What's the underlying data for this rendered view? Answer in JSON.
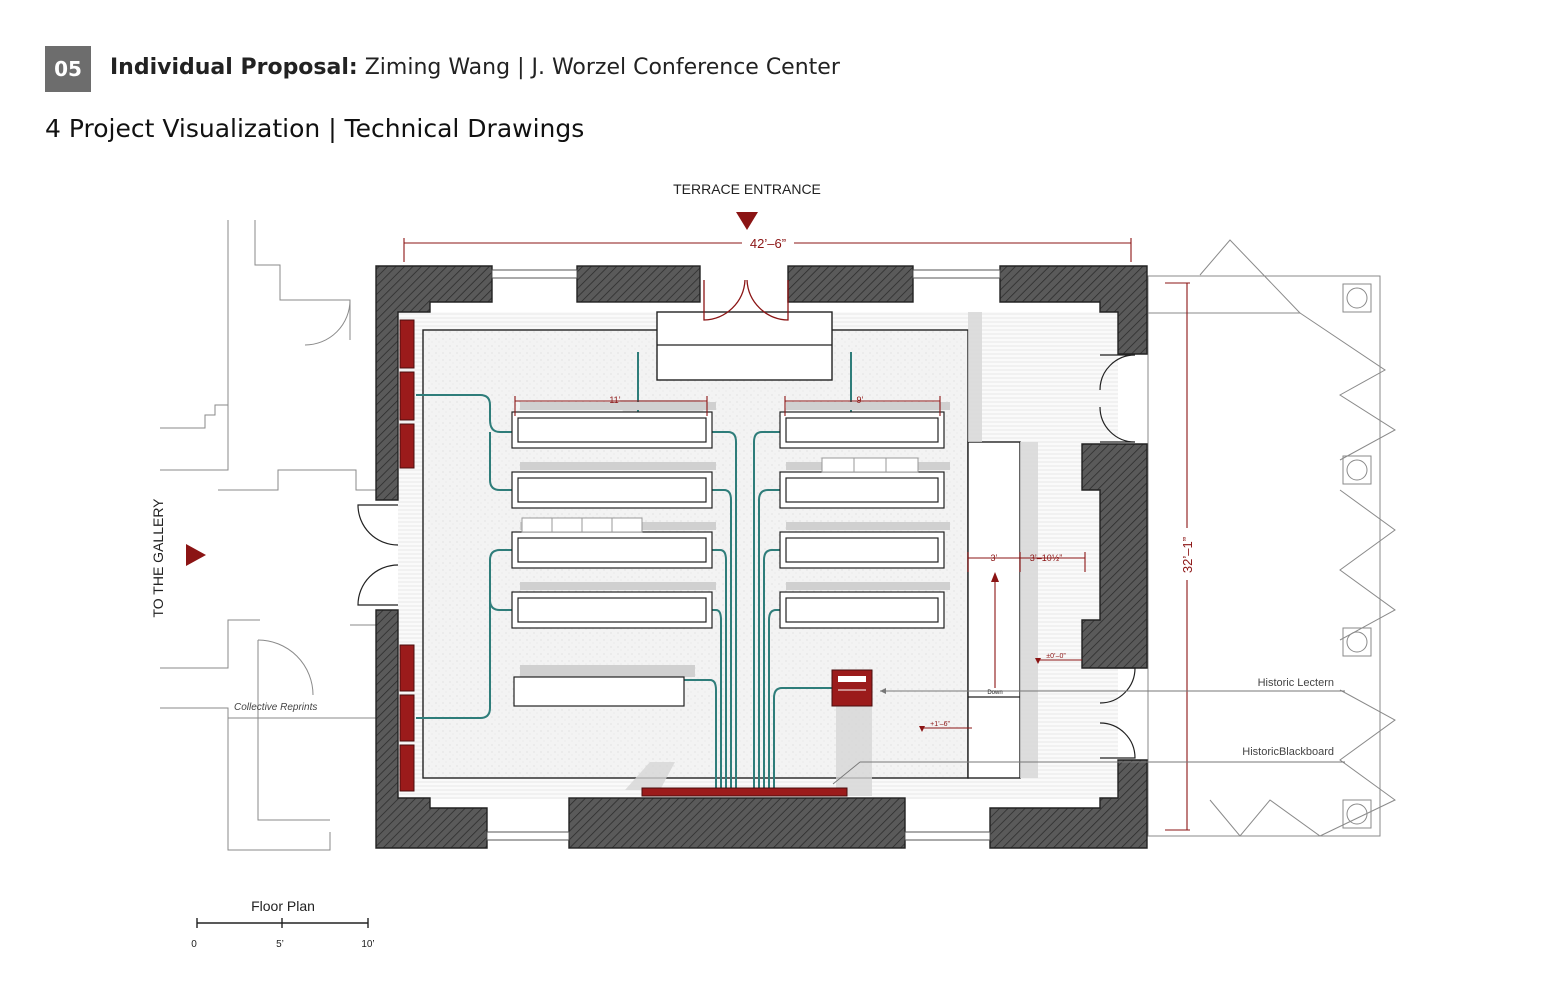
{
  "header": {
    "badge": "05",
    "title_bold": "Individual Proposal:",
    "title_rest": " Ziming Wang | J. Worzel Conference Center",
    "subtitle": "4 Project Visualization | Technical Drawings"
  },
  "plan": {
    "terrace_entrance": "TERRACE ENTRANCE",
    "to_gallery": "TO THE GALLERY",
    "dim_width": "42’–6”",
    "dim_height": "32’–1”",
    "dim_table_left": "11’",
    "dim_table_right": "9’",
    "dim_3ft": "3’",
    "dim_3ft10": "3’–10½”",
    "level_0": "±0’–0”",
    "level_1": "+1’–6”",
    "down": "Down",
    "historic_lectern": "Historic Lectern",
    "historic_blackboard": "HistoricBlackboard",
    "collective_reprints": "Collective Reprints",
    "caption": "Floor Plan",
    "scale_labels": [
      "0",
      "5’",
      "10’"
    ]
  },
  "colors": {
    "accent_red": "#8b1414",
    "teal_cable": "#2e7d7a",
    "wall_fill": "#555555",
    "badge_gray": "#6d6d6d"
  }
}
